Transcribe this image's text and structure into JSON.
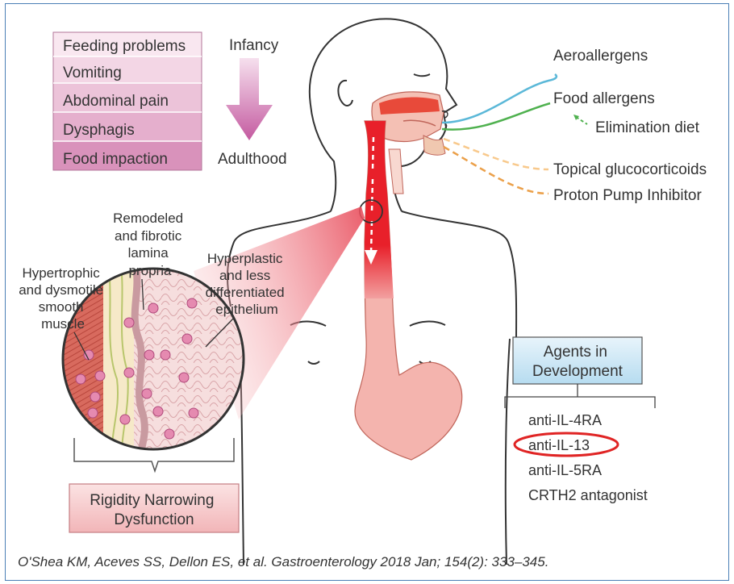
{
  "symptoms": {
    "rows": [
      {
        "label": "Feeding problems",
        "color": "#f9e7f0"
      },
      {
        "label": "Vomiting",
        "color": "#f3d6e5"
      },
      {
        "label": "Abdominal pain",
        "color": "#ecc3d9"
      },
      {
        "label": "Dysphagis",
        "color": "#e5afcd"
      },
      {
        "label": "Food impaction",
        "color": "#d992bb"
      }
    ],
    "start_label": "Infancy",
    "end_label": "Adulthood"
  },
  "triggers": {
    "aeroallergens": "Aeroallergens",
    "food_allergens": "Food allergens",
    "elimination_diet": "Elimination diet",
    "topical_glucocorticoids": "Topical glucocorticoids",
    "proton_pump_inhibitor": "Proton Pump Inhibitor",
    "colors": {
      "aero": "#5bb8d8",
      "food": "#4fb14f",
      "treatment": "#eba04a"
    }
  },
  "histology": {
    "lamina_label": [
      "Remodeled",
      "and fibrotic",
      "lamina",
      "propria"
    ],
    "muscle_label": [
      "Hypertrophic",
      "and dysmotile",
      "smooth",
      "muscle"
    ],
    "epithelium_label": [
      "Hyperplastic",
      "and less",
      "differentiated",
      "epithelium"
    ],
    "outcome_lines": [
      "Rigidity Narrowing",
      "Dysfunction"
    ]
  },
  "agents": {
    "title_lines": [
      "Agents in",
      "Development"
    ],
    "items": [
      "anti-IL-4RA",
      "anti-IL-13",
      "anti-IL-5RA",
      "CRTH2 antagonist"
    ],
    "highlighted_item": "anti-IL-13",
    "highlight_color": "#e02424"
  },
  "citation": "O'Shea KM, Aceves SS, Dellon ES, et al. Gastroenterology 2018 Jan; 154(2): 333–345."
}
